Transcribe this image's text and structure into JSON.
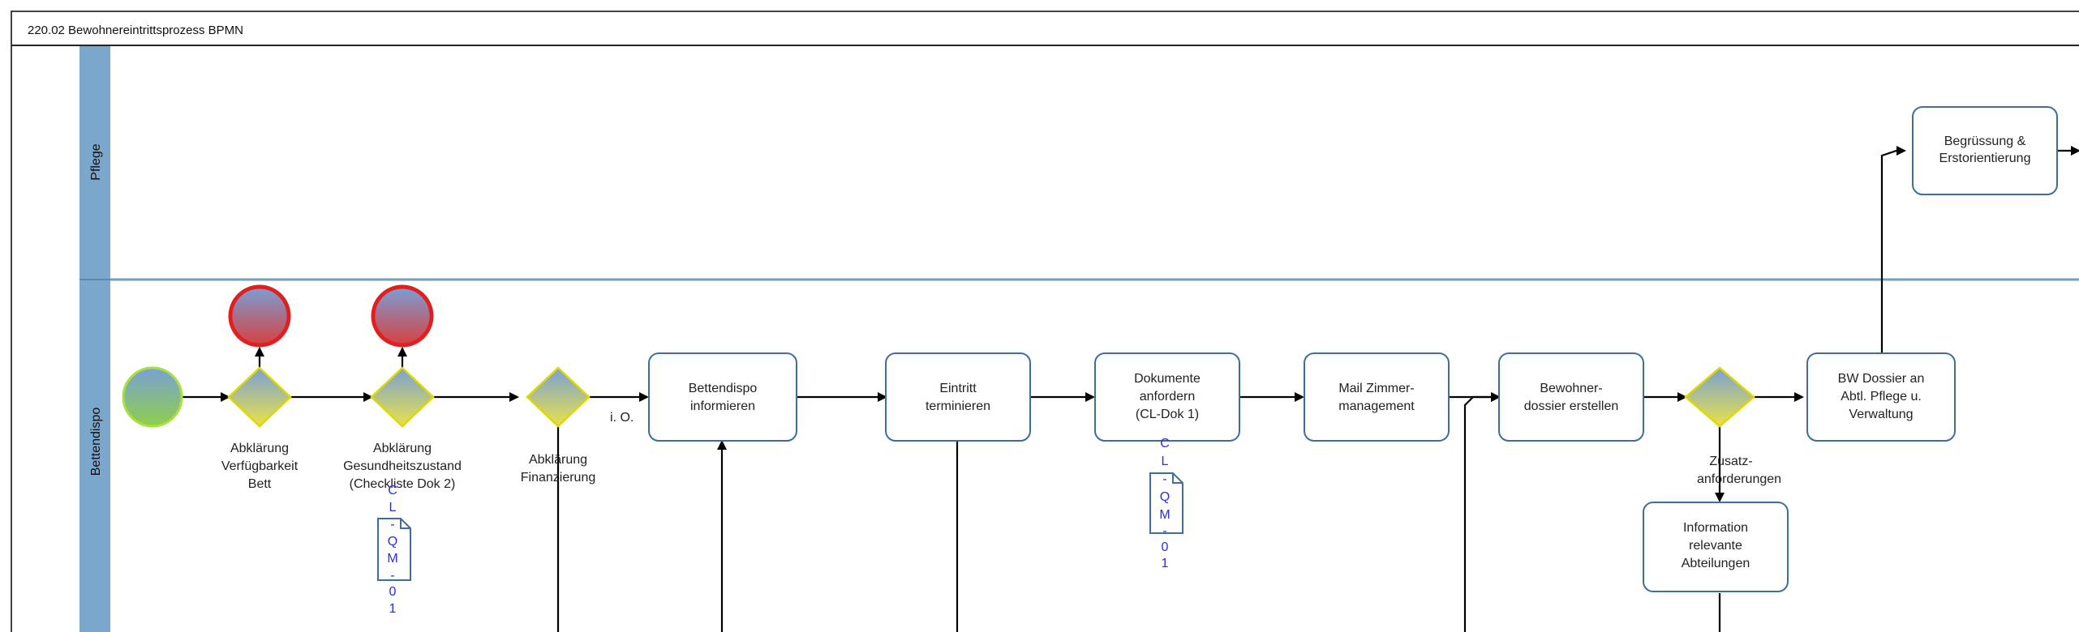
{
  "diagram": {
    "title": "220.02 Bewohnereintrittsprozess BPMN",
    "lanes": [
      {
        "id": "pflege",
        "label": "Pflege"
      },
      {
        "id": "bettendispo",
        "label": "Bettendispo"
      }
    ],
    "tasks": [
      {
        "id": "begruessung",
        "lines": [
          "Begrüssung &",
          "Erstorientierung"
        ]
      },
      {
        "id": "bettendispo-informieren",
        "lines": [
          "Bettendispo",
          "informieren"
        ]
      },
      {
        "id": "eintritt-terminieren",
        "lines": [
          "Eintritt",
          "terminieren"
        ]
      },
      {
        "id": "dokumente-anfordern",
        "lines": [
          "Dokumente",
          "anfordern",
          "(CL-Dok 1)"
        ]
      },
      {
        "id": "mail-zimmermanagement",
        "lines": [
          "Mail Zimmer-",
          "management"
        ]
      },
      {
        "id": "bewohnerdossier-erstellen",
        "lines": [
          "Bewohner-",
          "dossier erstellen"
        ]
      },
      {
        "id": "bw-dossier",
        "lines": [
          "BW Dossier an",
          "Abtl. Pflege u.",
          "Verwaltung"
        ]
      },
      {
        "id": "information-abteilungen",
        "lines": [
          "Information",
          "relevante",
          "Abteilungen"
        ]
      }
    ],
    "gateways": [
      {
        "id": "gw-verfuegbarkeit",
        "lines": [
          "Abklärung",
          "Verfügbarkeit",
          "Bett"
        ]
      },
      {
        "id": "gw-gesundheitszustand",
        "lines": [
          "Abklärung",
          "Gesundheitszustand",
          "(Checkliste Dok 2)"
        ]
      },
      {
        "id": "gw-finanzierung",
        "lines": [
          "Abklärung",
          "Finanzierung"
        ]
      },
      {
        "id": "gw-zusatz",
        "lines": []
      }
    ],
    "flow_labels": [
      {
        "id": "io",
        "text": "i. O."
      },
      {
        "id": "zusatz",
        "lines": [
          "Zusatz-",
          "anforderungen"
        ]
      }
    ],
    "documents": [
      {
        "id": "doc-1",
        "chars": [
          "C",
          "L",
          "-",
          "Q",
          "M",
          "-",
          "0",
          "1"
        ]
      },
      {
        "id": "doc-2",
        "chars": [
          "C",
          "L",
          "-",
          "Q",
          "M",
          "-",
          "0",
          "1"
        ]
      }
    ],
    "colors": {
      "lane_header": "#7ba7cc",
      "lane_divider": "#6f9fc8",
      "task_border": "#3e6e9e",
      "start_gradient": [
        "#8ecf4a",
        "#7aa0d6"
      ],
      "end_gradient": [
        "#7aa0d6",
        "#d63838"
      ],
      "end_border": "#e02020",
      "gateway_gradient": [
        "#7aa0d6",
        "#e8e24a"
      ],
      "gateway_border": "#e0d800",
      "document_text": "#2a2af0"
    }
  }
}
